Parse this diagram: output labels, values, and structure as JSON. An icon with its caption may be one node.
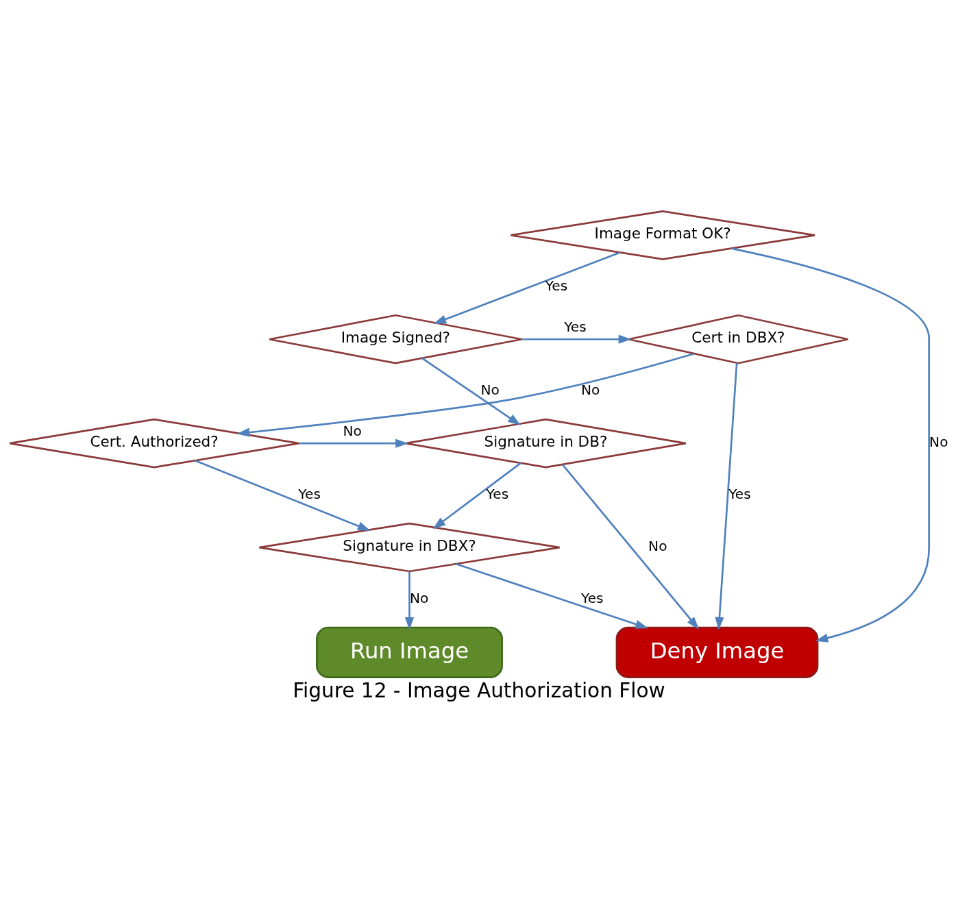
{
  "diagram": {
    "caption": "Figure 12 - Image Authorization Flow",
    "nodes": [
      {
        "text": [
          "Image Format OK?"
        ]
      },
      {
        "text": [
          "Image Signed?"
        ]
      },
      {
        "text": [
          "Cert in DBX?"
        ]
      },
      {
        "text": [
          "Signature in DB?"
        ]
      },
      {
        "text": [
          "Cert. Authorized?"
        ]
      },
      {
        "text": [
          "Signature in DBX?"
        ]
      },
      {
        "text": [
          "Deny Image"
        ]
      },
      {
        "text": [
          "Run Image"
        ]
      }
    ],
    "edges": [
      {
        "from": 0,
        "to": 6,
        "arrow": "to",
        "label": "No"
      },
      {
        "from": 0,
        "to": 1,
        "arrow": "to",
        "label": "Yes"
      },
      {
        "from": 1,
        "to": 2,
        "arrow": "to",
        "label": "Yes"
      },
      {
        "from": 1,
        "to": 3,
        "arrow": "to",
        "label": "No"
      },
      {
        "from": 2,
        "to": 4,
        "arrow": "to",
        "label": "No"
      },
      {
        "from": 2,
        "to": 6,
        "arrow": "to",
        "label": "Yes"
      },
      {
        "from": 4,
        "to": 3,
        "arrow": "to",
        "label": "No"
      },
      {
        "from": 4,
        "to": 5,
        "arrow": "to",
        "label": "Yes"
      },
      {
        "from": 3,
        "to": 6,
        "arrow": "to",
        "label": "No"
      },
      {
        "from": 3,
        "to": 5,
        "arrow": "to",
        "label": "Yes"
      },
      {
        "from": 5,
        "to": 6,
        "arrow": "to",
        "label": "Yes"
      },
      {
        "from": 5,
        "to": 7,
        "arrow": "to",
        "label": "No"
      }
    ]
  }
}
